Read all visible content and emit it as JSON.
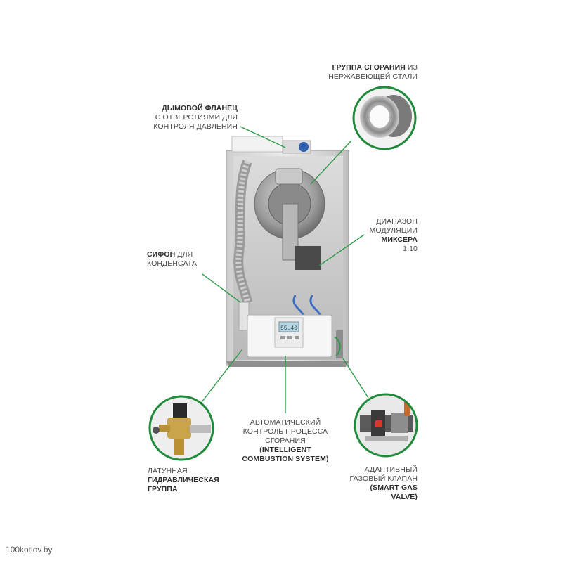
{
  "labels": {
    "combustion_group": {
      "line1_bold": "ГРУППА СГОРАНИЯ",
      "line1_rest": " ИЗ",
      "line2": "НЕРЖАВЕЮЩЕЙ СТАЛИ"
    },
    "flue_flange": {
      "line1_bold": "ДЫМОВОЙ ФЛАНЕЦ",
      "line2": "С ОТВЕРСТИЯМИ ДЛЯ",
      "line3": "КОНТРОЛЯ ДАВЛЕНИЯ"
    },
    "modulation": {
      "line1": "ДИАПАЗОН",
      "line2": "МОДУЛЯЦИИ",
      "line3_bold": "МИКСЕРА",
      "line4": "1:10"
    },
    "siphon": {
      "line1_bold": "СИФОН",
      "line1_rest": " ДЛЯ",
      "line2": "КОНДЕНСАТА"
    },
    "auto_control": {
      "line1": "АВТОМАТИЧЕСКИЙ",
      "line2": "КОНТРОЛЬ ПРОЦЕССА",
      "line3": "СГОРАНИЯ",
      "line4_bold": "(INTELLIGENT",
      "line5_bold": "COMBUSTION SYSTEM)"
    },
    "brass_group": {
      "line1": "ЛАТУННАЯ",
      "line2_bold": "ГИДРАВЛИЧЕСКАЯ",
      "line3_bold": "ГРУППА"
    },
    "gas_valve": {
      "line1": "АДАПТИВНЫЙ",
      "line2": "ГАЗОВЫЙ КЛАПАН",
      "line3_bold": "(SMART GAS",
      "line4_bold": "VALVE)"
    }
  },
  "display_readout": "55.40",
  "watermark": "100kotlov.by",
  "colors": {
    "accent_green": "#1f8a3a",
    "leader_line": "#2e9a48",
    "casing": "#e6e6e6",
    "panel": "#f3f3f3",
    "copper": "#c98249",
    "steel": "#a9a9a9"
  },
  "icons": [
    "boiler-illustration",
    "steel-ring-detail",
    "brass-group-detail",
    "gas-valve-detail"
  ]
}
